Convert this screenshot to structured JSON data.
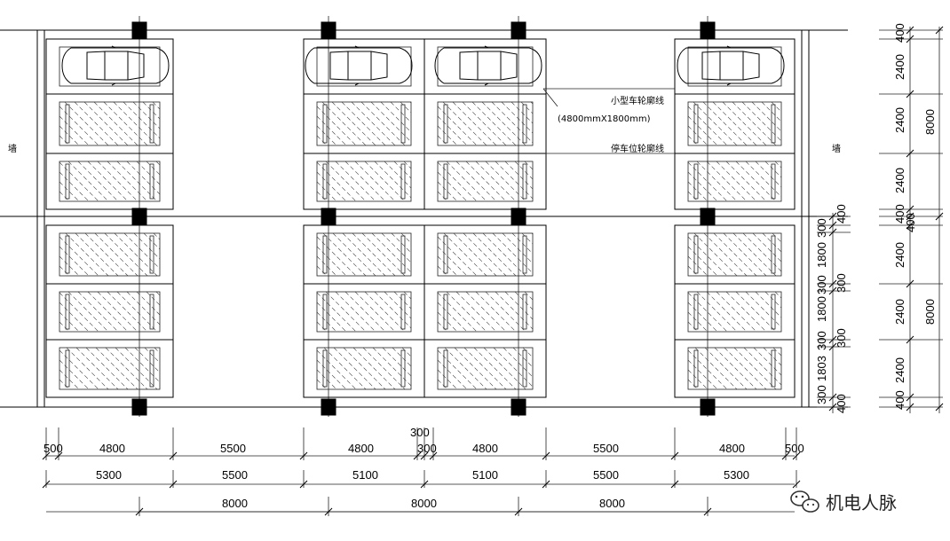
{
  "labels": {
    "car_outline": "小型车轮廓线",
    "car_size": "(4800mmX1800mm)",
    "stall_outline": "停车位轮廓线",
    "wall": "墙"
  },
  "dims": {
    "bottom_row1": [
      "500",
      "4800",
      "5500",
      "4800",
      "300",
      "4800",
      "5500",
      "4800",
      "500"
    ],
    "bottom_top_300": "300",
    "bottom_row2": [
      "5300",
      "5500",
      "5100",
      "5100",
      "5500",
      "5300"
    ],
    "bottom_row3": [
      "8000",
      "8000",
      "8000"
    ],
    "right_col1": [
      "400",
      "2400",
      "2400",
      "2400",
      "400",
      "400",
      "2400",
      "2400",
      "2400",
      "400"
    ],
    "right_col2": [
      "8000",
      "8000"
    ],
    "right_col3": [
      "400",
      "300",
      "1800",
      "300",
      "300",
      "1800",
      "300",
      "300",
      "1803",
      "300",
      "400"
    ]
  },
  "watermark": {
    "text": "机电人脉",
    "icon": "wechat-icon"
  }
}
